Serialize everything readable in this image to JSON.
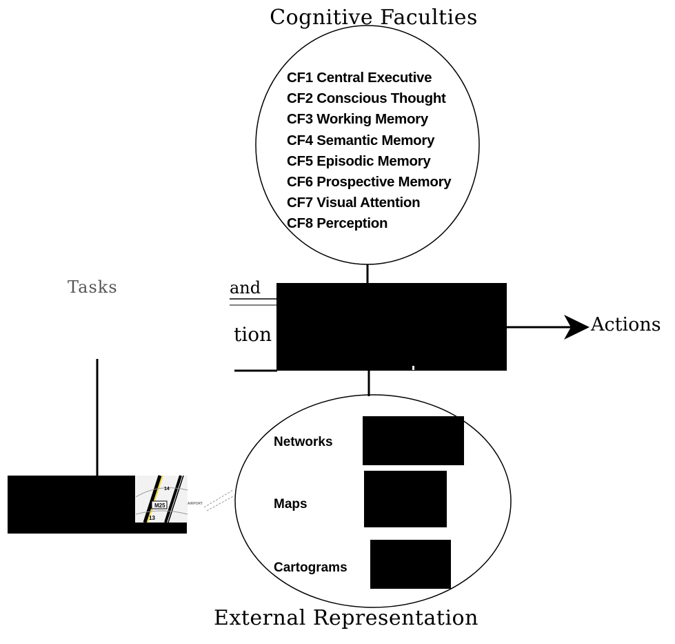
{
  "top_title": "Cognitive Faculties",
  "bottom_title": "External Representation",
  "faculties": [
    "CF1 Central Executive",
    "CF2 Conscious Thought",
    "CF3 Working Memory",
    "CF4 Semantic Memory",
    "CF5 Episodic Memory",
    "CF6 Prospective Memory",
    "CF7 Visual Attention",
    "CF8 Perception"
  ],
  "actions_label": "Actions",
  "representations": [
    "Networks",
    "Maps",
    "Cartograms"
  ],
  "tasks_fragments": {
    "line1_left": "Tasks",
    "line1_right": "and",
    "line3_right": "tion"
  },
  "map_labels": {
    "road_label": "M25",
    "junction": "13",
    "airport": "AIRPORT",
    "junction_top": "14"
  }
}
